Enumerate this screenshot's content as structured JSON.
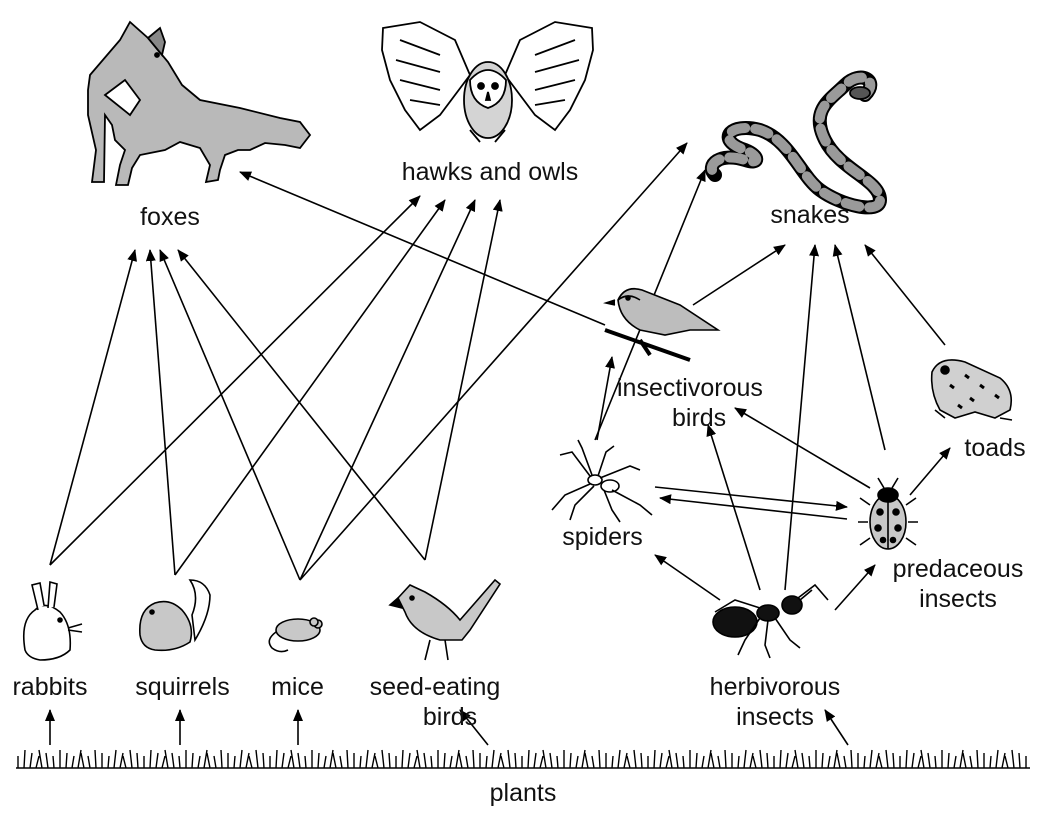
{
  "title": "",
  "nodes": {
    "foxes": "foxes",
    "hawks_owls": "hawks and owls",
    "snakes": "snakes",
    "insectivorous_birds": [
      "insectivorous",
      "birds"
    ],
    "toads": "toads",
    "spiders": "spiders",
    "predaceous_insects": [
      "predaceous",
      "insects"
    ],
    "rabbits": "rabbits",
    "squirrels": "squirrels",
    "mice": "mice",
    "seed_eating_birds": [
      "seed-eating",
      "birds"
    ],
    "herbivorous_insects": [
      "herbivorous",
      "insects"
    ],
    "plants": "plants"
  },
  "edges": [
    [
      "rabbits",
      "foxes"
    ],
    [
      "squirrels",
      "foxes"
    ],
    [
      "mice",
      "foxes"
    ],
    [
      "seed_eating_birds",
      "foxes"
    ],
    [
      "insectivorous_birds",
      "foxes"
    ],
    [
      "rabbits",
      "hawks_owls"
    ],
    [
      "squirrels",
      "hawks_owls"
    ],
    [
      "mice",
      "hawks_owls"
    ],
    [
      "seed_eating_birds",
      "hawks_owls"
    ],
    [
      "mice",
      "snakes"
    ],
    [
      "insectivorous_birds",
      "snakes"
    ],
    [
      "herbivorous_insects",
      "snakes"
    ],
    [
      "predaceous_insects",
      "snakes"
    ],
    [
      "toads",
      "snakes"
    ],
    [
      "spiders",
      "insectivorous_birds"
    ],
    [
      "herbivorous_insects",
      "insectivorous_birds"
    ],
    [
      "predaceous_insects",
      "insectivorous_birds"
    ],
    [
      "spiders",
      "predaceous_insects"
    ],
    [
      "predaceous_insects",
      "spiders"
    ],
    [
      "predaceous_insects",
      "toads"
    ],
    [
      "herbivorous_insects",
      "spiders"
    ],
    [
      "herbivorous_insects",
      "predaceous_insects"
    ],
    [
      "plants",
      "rabbits"
    ],
    [
      "plants",
      "squirrels"
    ],
    [
      "plants",
      "mice"
    ],
    [
      "plants",
      "seed_eating_birds"
    ],
    [
      "plants",
      "herbivorous_insects"
    ]
  ]
}
